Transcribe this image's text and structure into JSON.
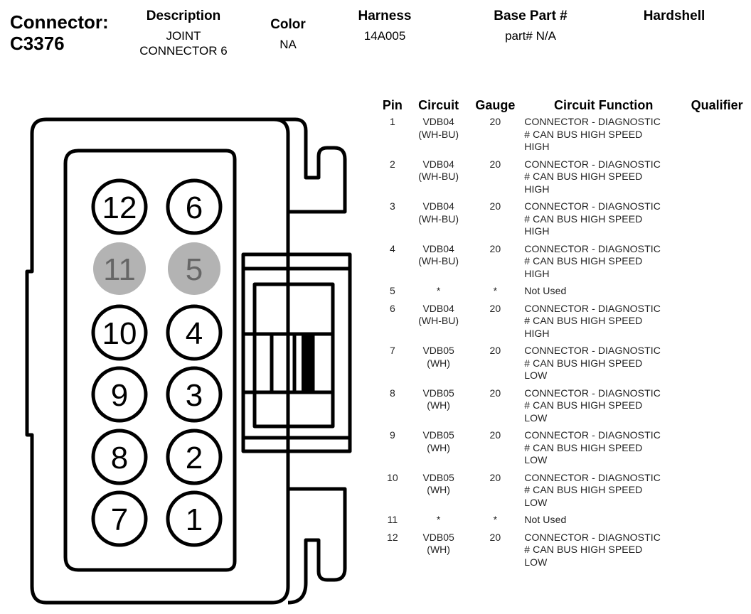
{
  "header": {
    "connector_label": "Connector:",
    "connector_id": "C3376",
    "description_label": "Description",
    "description_line1": "JOINT",
    "description_line2": "CONNECTOR 6",
    "color_label": "Color",
    "color_value": "NA",
    "harness_label": "Harness",
    "harness_value": "14A005",
    "base_part_label": "Base Part #",
    "base_part_value": "part# N/A",
    "hardshell_label": "Hardshell"
  },
  "diagram": {
    "pins": [
      {
        "label": "12",
        "used": true
      },
      {
        "label": "6",
        "used": true
      },
      {
        "label": "11",
        "used": false
      },
      {
        "label": "5",
        "used": false
      },
      {
        "label": "10",
        "used": true
      },
      {
        "label": "4",
        "used": true
      },
      {
        "label": "9",
        "used": true
      },
      {
        "label": "3",
        "used": true
      },
      {
        "label": "8",
        "used": true
      },
      {
        "label": "2",
        "used": true
      },
      {
        "label": "7",
        "used": true
      },
      {
        "label": "1",
        "used": true
      }
    ],
    "colors": {
      "used_fill": "#ffffff",
      "unused_fill": "#b3b3b3",
      "unused_text": "#666666",
      "stroke": "#000000"
    }
  },
  "table": {
    "headers": {
      "pin": "Pin",
      "circuit": "Circuit",
      "gauge": "Gauge",
      "function": "Circuit Function",
      "qualifier": "Qualifier"
    },
    "rows": [
      {
        "pin": "1",
        "circuit": "VDB04",
        "circuit_color": "(WH-BU)",
        "gauge": "20",
        "function": [
          "CONNECTOR - DIAGNOSTIC",
          "# CAN BUS HIGH SPEED",
          "HIGH"
        ]
      },
      {
        "pin": "2",
        "circuit": "VDB04",
        "circuit_color": "(WH-BU)",
        "gauge": "20",
        "function": [
          "CONNECTOR - DIAGNOSTIC",
          "# CAN BUS HIGH SPEED",
          "HIGH"
        ]
      },
      {
        "pin": "3",
        "circuit": "VDB04",
        "circuit_color": "(WH-BU)",
        "gauge": "20",
        "function": [
          "CONNECTOR - DIAGNOSTIC",
          "# CAN BUS HIGH SPEED",
          "HIGH"
        ]
      },
      {
        "pin": "4",
        "circuit": "VDB04",
        "circuit_color": "(WH-BU)",
        "gauge": "20",
        "function": [
          "CONNECTOR - DIAGNOSTIC",
          "# CAN BUS HIGH SPEED",
          "HIGH"
        ]
      },
      {
        "pin": "5",
        "circuit": "*",
        "circuit_color": "",
        "gauge": "*",
        "function": [
          "Not Used"
        ]
      },
      {
        "pin": "6",
        "circuit": "VDB04",
        "circuit_color": "(WH-BU)",
        "gauge": "20",
        "function": [
          "CONNECTOR - DIAGNOSTIC",
          "# CAN BUS HIGH SPEED",
          "HIGH"
        ]
      },
      {
        "pin": "7",
        "circuit": "VDB05",
        "circuit_color": "(WH)",
        "gauge": "20",
        "function": [
          "CONNECTOR - DIAGNOSTIC",
          "# CAN BUS HIGH SPEED",
          "LOW"
        ]
      },
      {
        "pin": "8",
        "circuit": "VDB05",
        "circuit_color": "(WH)",
        "gauge": "20",
        "function": [
          "CONNECTOR - DIAGNOSTIC",
          "# CAN BUS HIGH SPEED",
          "LOW"
        ]
      },
      {
        "pin": "9",
        "circuit": "VDB05",
        "circuit_color": "(WH)",
        "gauge": "20",
        "function": [
          "CONNECTOR - DIAGNOSTIC",
          "# CAN BUS HIGH SPEED",
          "LOW"
        ]
      },
      {
        "pin": "10",
        "circuit": "VDB05",
        "circuit_color": "(WH)",
        "gauge": "20",
        "function": [
          "CONNECTOR - DIAGNOSTIC",
          "# CAN BUS HIGH SPEED",
          "LOW"
        ]
      },
      {
        "pin": "11",
        "circuit": "*",
        "circuit_color": "",
        "gauge": "*",
        "function": [
          "Not Used"
        ]
      },
      {
        "pin": "12",
        "circuit": "VDB05",
        "circuit_color": "(WH)",
        "gauge": "20",
        "function": [
          "CONNECTOR - DIAGNOSTIC",
          "# CAN BUS HIGH SPEED",
          "LOW"
        ]
      }
    ]
  }
}
